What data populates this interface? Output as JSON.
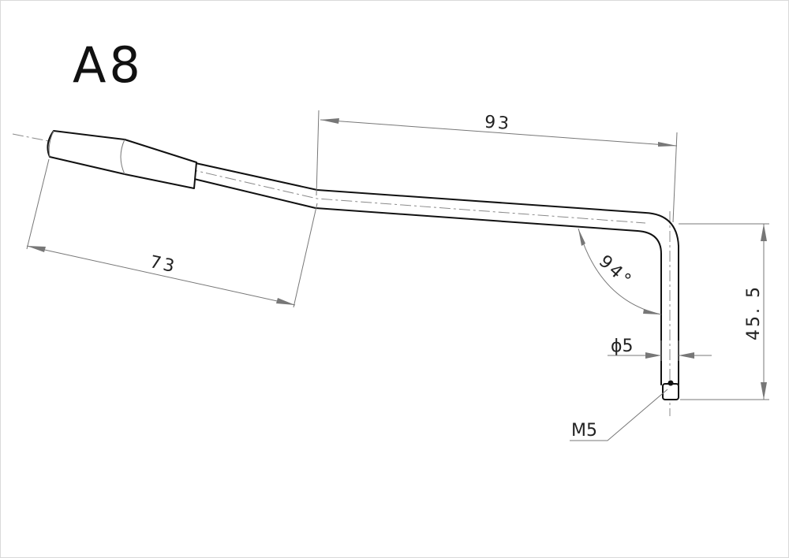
{
  "drawing": {
    "title": "A8",
    "dimensions": {
      "top_length": "93",
      "handle_length": "73",
      "angle": "94°",
      "diameter": "ϕ5",
      "height": "45. 5",
      "thread": "M5"
    }
  }
}
